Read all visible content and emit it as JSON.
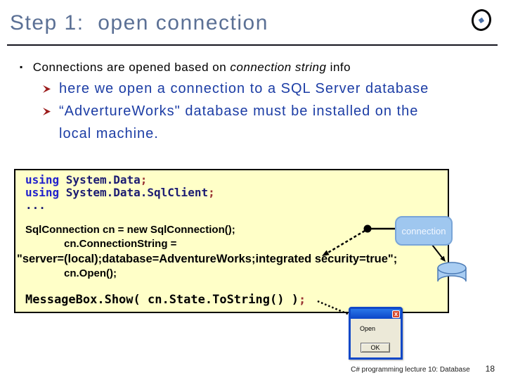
{
  "colors": {
    "title": "#5b7095",
    "rule": "#14141e",
    "bullet-text": "#000000",
    "sub-bullet-text": "#1c3da5",
    "bullet-arrow": "#9b1b1b",
    "code-bg": "#ffffc8",
    "code-border": "#000000",
    "code-kw": "#2121cc",
    "code-id": "#1b1b72",
    "code-semi": "#993333",
    "code-plain": "#000000",
    "callout-fill": "#9fc7ef",
    "callout-border": "#79a5d8",
    "callout-text": "#f2f7ff",
    "cylinder-fill": "#a9cdf2",
    "cylinder-stroke": "#4a7ab5",
    "dialog-frame": "#1048c8",
    "dialog-titlebar-top": "#2a76e8",
    "dialog-titlebar-bottom": "#0c46c8",
    "dialog-body": "#ece9d8",
    "close-btn": "#d6492f"
  },
  "title": "Step 1:  open connection",
  "bullets": {
    "main": {
      "marker": "▪",
      "segments": [
        {
          "t": "Connections are opened based on ",
          "c": "plain"
        },
        {
          "t": "connection string",
          "c": "italic"
        },
        {
          "t": " info",
          "c": "plain"
        }
      ]
    },
    "sub": [
      {
        "lines": [
          "here we open a connection to a SQL Server database"
        ]
      },
      {
        "lines": [
          "“AdvertureWorks\" database must be installed on the",
          "local machine."
        ]
      }
    ]
  },
  "code": {
    "lines": [
      {
        "cls": "mono",
        "segments": [
          {
            "t": "using ",
            "c": "kw"
          },
          {
            "t": "System.Data",
            "c": "id"
          },
          {
            "t": ";",
            "c": "semi"
          }
        ]
      },
      {
        "cls": "mono",
        "segments": [
          {
            "t": "using ",
            "c": "kw"
          },
          {
            "t": "System.Data.SqlClient",
            "c": "id"
          },
          {
            "t": ";",
            "c": "semi"
          }
        ]
      },
      {
        "cls": "mono",
        "segments": [
          {
            "t": "...",
            "c": "id"
          }
        ]
      },
      {
        "cls": "sans gap-lg",
        "segments": [
          {
            "t": "SqlConnection cn = new SqlConnection();",
            "c": "plain"
          }
        ]
      },
      {
        "cls": "sans indent",
        "segments": [
          {
            "t": "cn.ConnectionString =",
            "c": "plain"
          }
        ]
      },
      {
        "cls": "sans wide",
        "segments": [
          {
            "t": "\"server=(local);database=AdventureWorks;integrated security=true\";",
            "c": "plain"
          }
        ]
      },
      {
        "cls": "sans indent",
        "segments": [
          {
            "t": "cn.Open();",
            "c": "plain"
          }
        ]
      },
      {
        "cls": "mono gap-md lg",
        "segments": [
          {
            "t": "MessageBox.Show( cn.State.ToString() )",
            "c": "plain"
          },
          {
            "t": ";",
            "c": "semi"
          }
        ]
      }
    ]
  },
  "callout": {
    "label": "connection"
  },
  "dialog": {
    "message": "Open",
    "ok": "OK",
    "close": "x"
  },
  "footer": {
    "text": "C# programming lecture 10: Database",
    "page": "18"
  }
}
